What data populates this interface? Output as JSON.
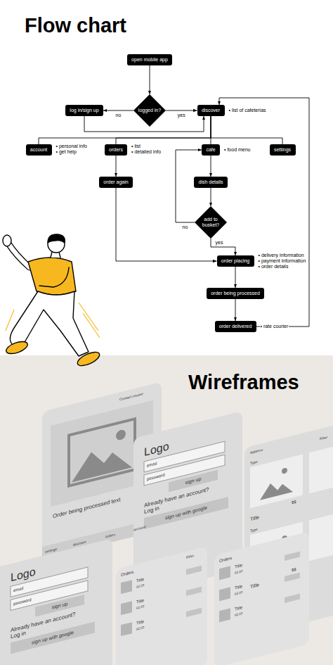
{
  "diagram": {
    "title": "Flow chart",
    "nodes": [
      {
        "text": [
          "open mobile app"
        ]
      },
      {
        "text": [
          "logged in?"
        ]
      },
      {
        "text": [
          "log in/sign up"
        ]
      },
      {
        "text": [
          "discover"
        ]
      },
      {
        "text": [
          "account"
        ]
      },
      {
        "text": [
          "orders"
        ]
      },
      {
        "text": [
          "cafe"
        ]
      },
      {
        "text": [
          "settings"
        ]
      },
      {
        "text": [
          "order again"
        ]
      },
      {
        "text": [
          "dish details"
        ]
      },
      {
        "text": [
          "add to busket?"
        ]
      },
      {
        "text": [
          "order placing"
        ]
      },
      {
        "text": [
          "order being processed"
        ]
      },
      {
        "text": [
          "order delivered"
        ]
      }
    ],
    "edges": [
      {
        "from": 0,
        "to": 1,
        "arrow": "to"
      },
      {
        "from": 1,
        "to": 2,
        "label": "no",
        "arrow": "to"
      },
      {
        "from": 1,
        "to": 3,
        "label": "yes",
        "arrow": "to"
      },
      {
        "from": 2,
        "to": 3,
        "arrow": "to"
      },
      {
        "from": 3,
        "to": 4,
        "arrow": "none"
      },
      {
        "from": 3,
        "to": 5,
        "arrow": "none"
      },
      {
        "from": 3,
        "to": 6,
        "arrow": "none"
      },
      {
        "from": 3,
        "to": 7,
        "arrow": "none"
      },
      {
        "from": 5,
        "to": 8,
        "arrow": "to"
      },
      {
        "from": 6,
        "to": 9,
        "arrow": "to"
      },
      {
        "from": 9,
        "to": 10,
        "arrow": "to"
      },
      {
        "from": 10,
        "to": 6,
        "label": "no",
        "arrow": "to"
      },
      {
        "from": 10,
        "to": 11,
        "label": "yes",
        "arrow": "to"
      },
      {
        "from": 8,
        "to": 11,
        "arrow": "to"
      },
      {
        "from": 11,
        "to": 12,
        "arrow": "to"
      },
      {
        "from": 12,
        "to": 13,
        "arrow": "to"
      },
      {
        "from": 13,
        "to": 3,
        "arrow": "to"
      }
    ],
    "labels": [
      "• personal info",
      "• get help",
      "• list",
      "• detailed info",
      "• list of cafeterias",
      "• food menu",
      "• delivery information",
      "• payment information",
      "• order details",
      "• rate courier",
      "Wireframes",
      "Contact courier",
      "Order being processed text",
      "settings",
      "discover",
      "orders",
      "account",
      "Logo",
      "email",
      "password",
      "sign up",
      "Already have an account? Log in",
      "sign up with google",
      "Logo",
      "email",
      "password",
      "sign up",
      "Already have an account? Log in",
      "sign up with google",
      "Address",
      "Filter",
      "Type",
      "$$",
      "Title",
      "Type",
      "$$",
      "Title",
      "Orders",
      "Filter",
      "Title",
      "02.03",
      "Title",
      "02.03",
      "Title",
      "02.03",
      "Orders",
      "Title",
      "02.03",
      "Title",
      "02.03",
      "Title",
      "02.03"
    ]
  }
}
